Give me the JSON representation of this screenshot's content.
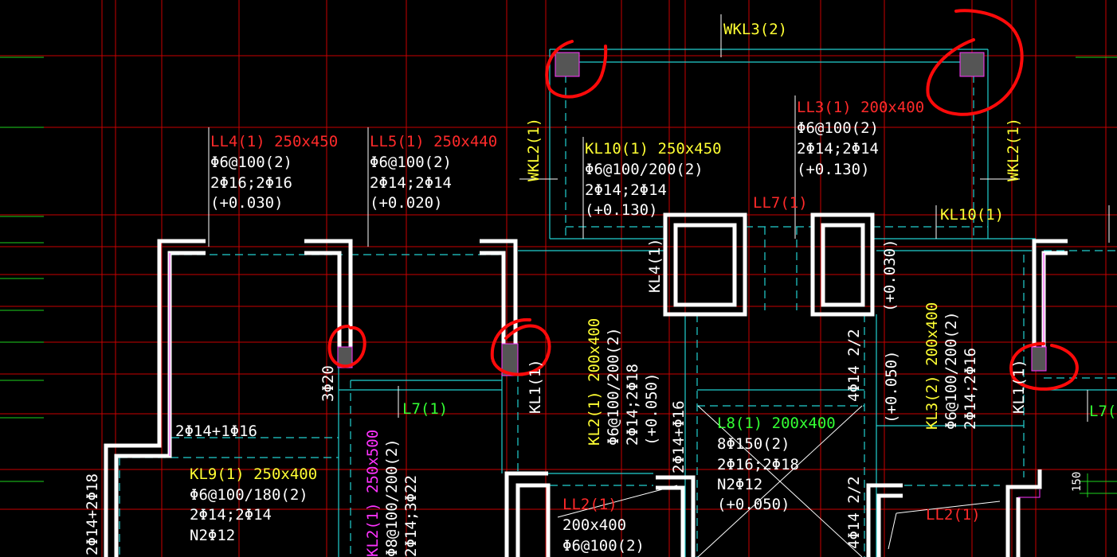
{
  "drawing": {
    "background": "#000000",
    "colors": {
      "grid_red": "#c80000",
      "grid_green": "#1ed21e",
      "beam_cyan": "#22d0d0",
      "wall_white": "#ffffff",
      "label_white": "#ffffff",
      "label_red": "#ff2a2a",
      "label_yellow": "#ffff33",
      "label_green": "#33ff33",
      "label_magenta": "#ff33ff",
      "markup_red": "#ff0a0a"
    },
    "beam_labels": {
      "wkl3": "WKL3(2)",
      "wkl2_left": "WKL2(1)",
      "wkl2_right": "WKL2(1)",
      "ll4": {
        "title": "LL4(1) 250x450",
        "stirrup": "Φ6@100(2)",
        "bars": "2Φ16;2Φ16",
        "elev": "(+0.030)"
      },
      "ll5": {
        "title": "LL5(1) 250x440",
        "stirrup": "Φ6@100(2)",
        "bars": "2Φ14;2Φ14",
        "elev": "(+0.020)"
      },
      "kl10_mid": {
        "title": "KL10(1) 250x450",
        "stirrup": "Φ6@100/200(2)",
        "bars": "2Φ14;2Φ14",
        "elev": "(+0.130)"
      },
      "ll3": {
        "title": "LL3(1) 200x400",
        "stirrup": "Φ6@100(2)",
        "bars": "2Φ14;2Φ14",
        "elev": "(+0.130)"
      },
      "ll7": "LL7(1)",
      "kl10_right": "KL10(1)",
      "kl4": "KL4(1)",
      "elev_0030": "(+0.030)",
      "kl2": {
        "title": "KL2(1) 200x400",
        "stirrup": "Φ6@100/200(2)",
        "bars": "2Φ14;2Φ18",
        "elev": "(+0.050)"
      },
      "kl3": {
        "title": "KL3(2) 200x400",
        "stirrup": "Φ6@100/200(2)",
        "bars": "2Φ14;2Φ16"
      },
      "elev_0050": "(+0.050)",
      "kl1_a": "KL1(1)",
      "kl1_b": "KL1(1)",
      "l7_a": "L7(1)",
      "l7_b": "L7(1)",
      "bar_3phi20": "3Φ20",
      "bar_2phi14_1phi16": "2Φ14+1Φ16",
      "kl9": {
        "title": "KL9(1) 250x400",
        "stirrup": "Φ6@100/180(2)",
        "bars": "2Φ14;2Φ14",
        "side": "N2Φ12"
      },
      "kl2_mag": {
        "title": "KL2(1) 250x500",
        "stirrup": "Φ8@100/200(2)",
        "bars": "2Φ14;3Φ22"
      },
      "bar_2phi14_2phi18": "2Φ14+2Φ18",
      "bar_2phi14_phi16": "2Φ14+Φ16",
      "l8": {
        "title": "L8(1) 200x400",
        "stirrup": "8Φ150(2)",
        "bars": "2Φ16;2Φ18",
        "side": "N2Φ12",
        "elev": "(+0.050)"
      },
      "bar_4phi14_a": "4Φ14 2/2",
      "bar_4phi14_b": "4Φ14 2/2",
      "ll2_a": {
        "title": "LL2(1)",
        "size": "200x400",
        "stirrup": "Φ6@100(2)"
      },
      "ll2_b": "LL2(1)",
      "dim_150": "150"
    }
  }
}
